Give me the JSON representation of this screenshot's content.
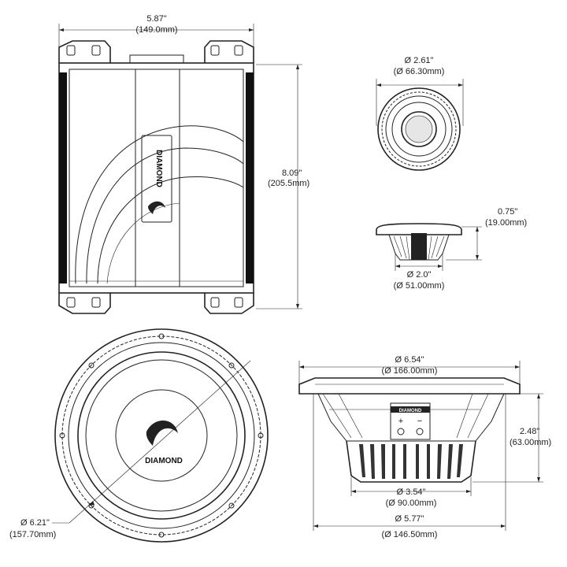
{
  "amplifier": {
    "width_in": "5.87\"",
    "width_mm": "(149.0mm)",
    "height_in": "8.09\"",
    "height_mm": "(205.5mm)",
    "logo_text": "DIAMOND"
  },
  "tweeter_front": {
    "diameter_in": "Ø 2.61\"",
    "diameter_mm": "(Ø 66.30mm)"
  },
  "tweeter_side": {
    "depth_in": "0.75\"",
    "depth_mm": "(19.00mm)",
    "base_in": "Ø 2.0\"",
    "base_mm": "(Ø 51.00mm)"
  },
  "woofer_front": {
    "diameter_in": "Ø 6.21\"",
    "diameter_mm": "(157.70mm)",
    "logo_text": "DIAMOND"
  },
  "woofer_side": {
    "outer_in": "Ø 6.54\"",
    "outer_mm": "(Ø 166.00mm)",
    "depth_in": "2.48\"",
    "depth_mm": "(63.00mm)",
    "magnet_in": "Ø 3.54\"",
    "magnet_mm": "(Ø 90.00mm)",
    "mount_in": "Ø 5.77\"",
    "mount_mm": "(Ø 146.50mm)",
    "plate_text": "DIAMOND",
    "plus_sign": "+",
    "minus_sign": "−"
  }
}
